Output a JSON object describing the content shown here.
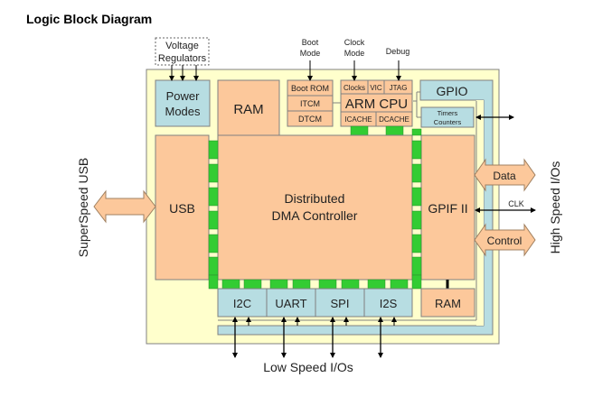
{
  "title": "Logic Block Diagram",
  "colors": {
    "chip": "#ffffcc",
    "peach": "#fcc89b",
    "blue": "#b7dde2",
    "green": "#33cc33",
    "border": "#808080"
  },
  "external": {
    "voltage_regulators": [
      "Voltage",
      "Regulators"
    ],
    "boot_mode": [
      "Boot",
      "Mode"
    ],
    "clock_mode": [
      "Clock",
      "Mode"
    ],
    "debug": "Debug",
    "superspeed_usb": "SuperSpeed USB",
    "high_speed_ios": "High Speed I/Os",
    "low_speed_ios": "Low Speed I/Os"
  },
  "blocks": {
    "power_modes": [
      "Power",
      "Modes"
    ],
    "ram_top": "RAM",
    "boot_rom": "Boot ROM",
    "itcm": "ITCM",
    "dtcm": "DTCM",
    "clocks": "Clocks",
    "vic": "VIC",
    "jtag": "JTAG",
    "arm_cpu": "ARM CPU",
    "icache": "ICACHE",
    "dcache": "DCACHE",
    "gpio": "GPIO",
    "timers_counters": [
      "Timers",
      "Counters"
    ],
    "usb": "USB",
    "dma": [
      "Distributed",
      "DMA Controller"
    ],
    "gpif": "GPIF II",
    "i2c": "I2C",
    "uart": "UART",
    "spi": "SPI",
    "i2s": "I2S",
    "ram_bottom": "RAM"
  },
  "signals": {
    "data": "Data",
    "clk": "CLK",
    "control": "Control"
  }
}
